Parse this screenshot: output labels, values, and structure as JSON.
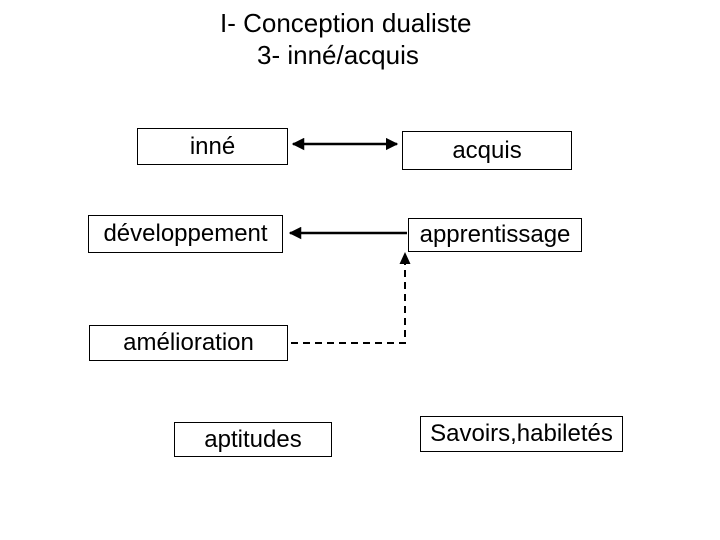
{
  "title": {
    "line1": "I- Conception dualiste",
    "line2": "3- inné/acquis"
  },
  "boxes": {
    "inne": {
      "label": "inné"
    },
    "acquis": {
      "label": "acquis"
    },
    "developpement": {
      "label": "développement"
    },
    "apprentissage": {
      "label": "apprentissage"
    },
    "amelioration": {
      "label": "amélioration"
    },
    "aptitudes": {
      "label": "aptitudes"
    },
    "savoirs": {
      "label": "Savoirs,habiletés"
    }
  },
  "connectors": [
    {
      "id": "inne-acquis",
      "from": "inné",
      "to": "acquis",
      "style": "solid",
      "arrowheads": "both"
    },
    {
      "id": "apprentissage-developpement",
      "from": "apprentissage",
      "to": "développement",
      "style": "solid",
      "arrowheads": "end"
    },
    {
      "id": "amelioration-apprentissage",
      "from": "amélioration",
      "to": "apprentissage",
      "style": "dashed",
      "arrowheads": "end"
    }
  ],
  "colors": {
    "background": "#ffffff",
    "text": "#000000",
    "line": "#000000",
    "box_border": "#000000"
  }
}
